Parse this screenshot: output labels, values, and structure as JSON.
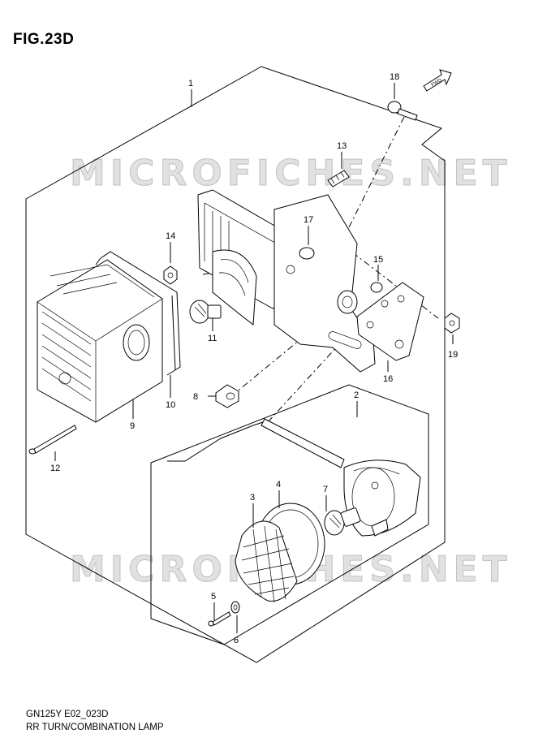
{
  "figure": {
    "title": "FIG.23D"
  },
  "footer": {
    "code": "GN125Y E02_023D",
    "name": "RR TURN/COMBINATION LAMP"
  },
  "watermark": {
    "text": "MICROFICHES.NET"
  },
  "fwd_label": "FWD",
  "callouts": [
    {
      "id": "1",
      "label": "1"
    },
    {
      "id": "2",
      "label": "2"
    },
    {
      "id": "3",
      "label": "3"
    },
    {
      "id": "4",
      "label": "4"
    },
    {
      "id": "5",
      "label": "5"
    },
    {
      "id": "6",
      "label": "6"
    },
    {
      "id": "7",
      "label": "7"
    },
    {
      "id": "8",
      "label": "8"
    },
    {
      "id": "9",
      "label": "9"
    },
    {
      "id": "10",
      "label": "10"
    },
    {
      "id": "11",
      "label": "11"
    },
    {
      "id": "12",
      "label": "12"
    },
    {
      "id": "13",
      "label": "13"
    },
    {
      "id": "14",
      "label": "14"
    },
    {
      "id": "15",
      "label": "15"
    },
    {
      "id": "16",
      "label": "16"
    },
    {
      "id": "17",
      "label": "17"
    },
    {
      "id": "18",
      "label": "18"
    },
    {
      "id": "19",
      "label": "19"
    }
  ]
}
